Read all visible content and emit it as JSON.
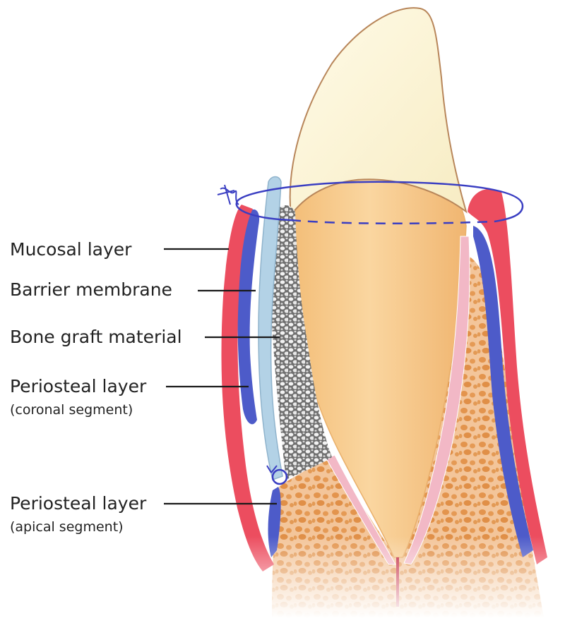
{
  "labels": {
    "mucosal": "Mucosal layer",
    "barrier": "Barrier membrane",
    "graft": "Bone graft material",
    "perio_coronal": "Periosteal layer",
    "perio_coronal_sub": "(coronal segment)",
    "perio_apical": "Periosteal layer",
    "perio_apical_sub": "(apical segment)"
  },
  "colors": {
    "enamel": "#fbf5d6",
    "dentin": "#f6c98a",
    "bone": "#f3c59a",
    "bone_pores": "#e09045",
    "mucosa": "#ec4d5f",
    "periosteum": "#4d5bc9",
    "membrane": "#b3d2e6",
    "graft": "#9c9c9c",
    "pdl": "#f2b8c6",
    "suture": "#3a3ec2"
  }
}
